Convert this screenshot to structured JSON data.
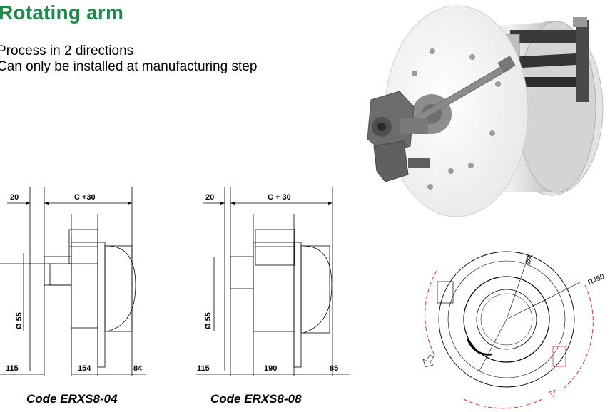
{
  "title": "Rotating arm",
  "bullets": [
    "Process in 2 directions",
    "Can only be installed at manufacturing step"
  ],
  "drawings": [
    {
      "caption": "Code ERXS8-04",
      "dims": {
        "left_top": "20",
        "span_top": "C +30",
        "diameter": "Ø 55",
        "b1": "115",
        "b2": "154",
        "b3": "84"
      }
    },
    {
      "caption": "Code ERXS8-08",
      "dims": {
        "left_top": "20",
        "span_top": "C + 30",
        "diameter": "Ø 55",
        "b1": "115",
        "b2": "190",
        "b3": "85"
      }
    }
  ],
  "front_view": {
    "radius_label": "R450",
    "diameter_label": "ØA"
  }
}
